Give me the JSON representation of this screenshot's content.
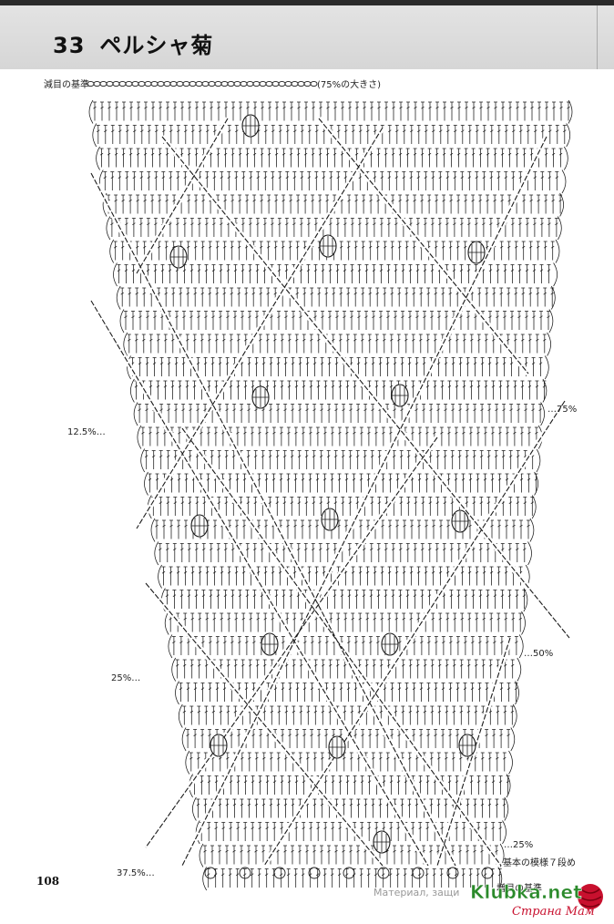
{
  "header": {
    "number": "33",
    "title": "ペルシャ菊"
  },
  "labels": {
    "top_left": "減目の基準",
    "top_right": "(75%の大きさ)",
    "left_1": "12.5%…",
    "left_2": "25%…",
    "left_3": "37.5%…",
    "right_1": "…75%",
    "right_2": "…50%",
    "right_3": "…25%",
    "bottom_right_1": "基本の模様７段め",
    "bottom_right_2": "増目の基準"
  },
  "page_number": "108",
  "watermark": {
    "text": "Материал, защи",
    "logo_text": "Klubka.net",
    "logo_sub": "Страна Мам"
  }
}
